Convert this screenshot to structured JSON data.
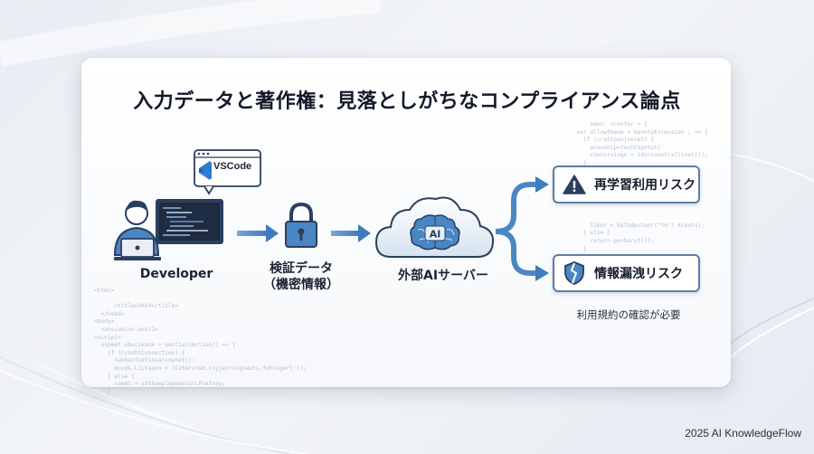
{
  "title": "入力データと著作権：見落としがちなコンプライアンス論点",
  "nodes": {
    "developer": "Developer",
    "vscode_tooltip": "VSCode",
    "data_line1": "検証データ",
    "data_line2": "（機密情報）",
    "server": "外部AIサーバー",
    "cloud_badge": "AI"
  },
  "risks": [
    {
      "label": "再学習利用リスク",
      "icon": "warning-icon"
    },
    {
      "label": "情報漏洩リスク",
      "icon": "broken-shield-icon"
    }
  ],
  "note": "利用規約の確認が必要",
  "footer": "2025 AI KnowledgeFlow",
  "code_right": "      seen: scooter = {\n  var allowtheme = kenotyExtession ; => {\n    if (cratiosnjnoiet) {\n      ansvehip=textExpotat(\n      coonsrsingn = idvrvoont(xllinet());\n    }\n\n\n\n\n\n\n\n      tiker = Rafsdpsteor(\"tm') A(ents);\n    } else {\n      return povbervt());\n    }\n  }\n}",
  "code_left": "<html>\n\n      <title>2024</title>\n  </head>\n<body>\n  <anscunin>.ooalI>\n<script>\n  expmet xbucikane = eentlatimction() => {\n    if (cvsohtConnection) {\n      twobantsetsnsarvnwnet();\n      movdk.Liptaunn = (Catervred.inyjerrivgsauts.fehingerl'));\n    } else {\n      coemt = sdthaeplageentarLPoafosy;\n    }",
  "colors": {
    "accent_blue": "#4a86c4",
    "dark_navy": "#2a3f5f"
  }
}
